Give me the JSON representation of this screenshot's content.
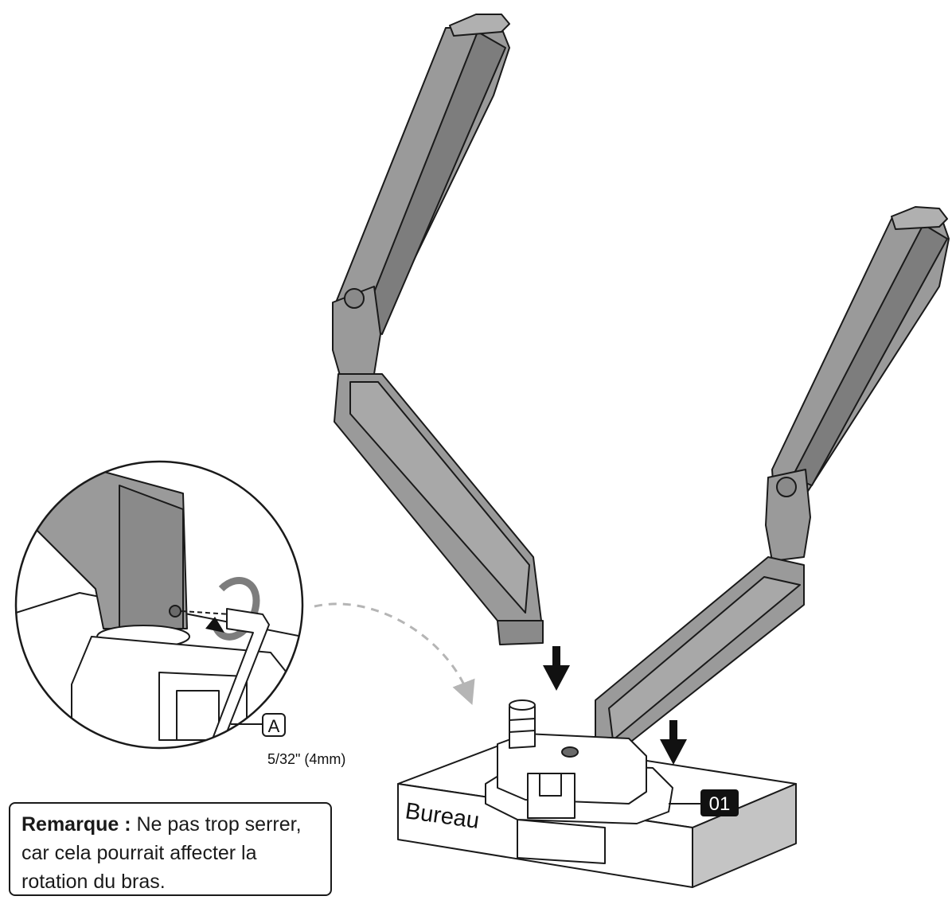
{
  "labels": {
    "wrench_tag": "A",
    "wrench_size": "5/32\" (4mm)",
    "desk": "Bureau",
    "part_number": "01"
  },
  "note": {
    "lead": "Remarque :",
    "text": " Ne pas trop serrer, car cela pourrait affecter la rotation du bras."
  },
  "colors": {
    "line": "#1a1a1a",
    "arm_fill": "#9a9a9a",
    "arm_dark": "#7d7d7d",
    "desk_side": "#c4c4c4",
    "arrow": "#111111",
    "dashed_arrow": "#b5b5b5",
    "badge_bg": "#111111",
    "badge_text": "#ffffff"
  }
}
